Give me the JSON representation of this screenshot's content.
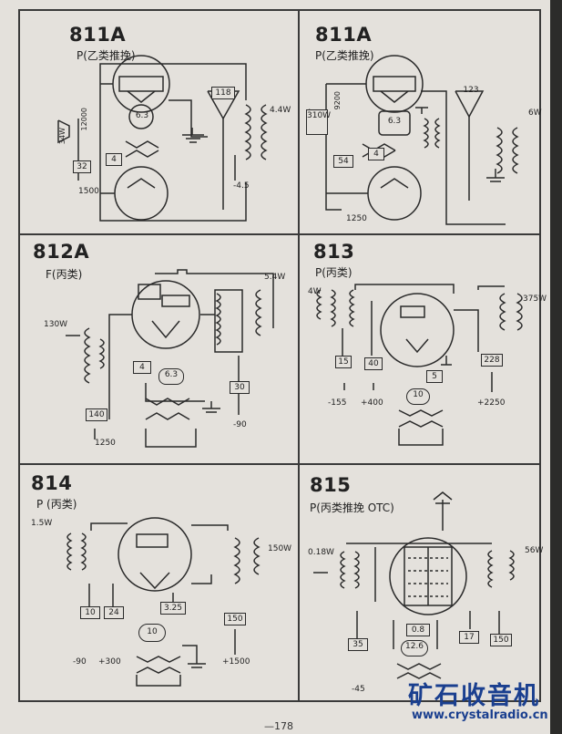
{
  "watermark": {
    "brand": "矿石收音机",
    "url": "www.crystalradio.cn"
  },
  "page_number": "—178",
  "panels": [
    {
      "title": "811A",
      "subtitle": "P(乙类推挽)",
      "labels": {
        "a": "118",
        "b": "4.4W",
        "c": "6.3",
        "d": "34W",
        "e": "12000",
        "f": "4",
        "g": "32",
        "h": "1500",
        "i": "-4.5"
      }
    },
    {
      "title": "811A",
      "subtitle": "P(乙类推挽)",
      "labels": {
        "a": "123",
        "b": "6W",
        "c": "6.3",
        "d": "310W",
        "e": "9200",
        "f": "54",
        "g": "4",
        "h": "1250"
      }
    },
    {
      "title": "812A",
      "subtitle": "F(丙类)",
      "labels": {
        "a": "130W",
        "b": "5.4W",
        "c": "4",
        "d": "6.3",
        "e": "140",
        "f": "30",
        "g": "1250",
        "h": "-90"
      }
    },
    {
      "title": "813",
      "subtitle": "P(丙类)",
      "labels": {
        "a": "4W",
        "b": "375W",
        "c": "15",
        "d": "40",
        "e": "5",
        "f": "10",
        "g": "228",
        "h": "-155",
        "i": "+400",
        "j": "+2250"
      }
    },
    {
      "title": "814",
      "subtitle": "P (丙类)",
      "labels": {
        "a": "1.5W",
        "b": "150W",
        "c": "10",
        "d": "24",
        "e": "3.25",
        "f": "10",
        "g": "150",
        "h": "-90",
        "i": "+300",
        "j": "+1500"
      }
    },
    {
      "title": "815",
      "subtitle": "P(丙类推挽 OTC)",
      "labels": {
        "a": "0.18W",
        "b": "56W",
        "c": "35",
        "d": "0.8",
        "e": "12.6",
        "f": "17",
        "g": "150",
        "h": "-45"
      }
    }
  ]
}
